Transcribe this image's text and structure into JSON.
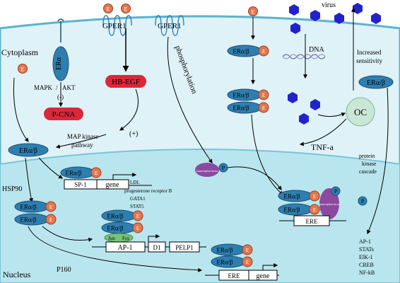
{
  "compartments": {
    "cytoplasm": "Cytoplasm",
    "nucleus": "Nucleus"
  },
  "molecules": {
    "estrogen": "E",
    "er_alpha": "ERα",
    "er_alpha_beta": "ERα/β",
    "gper1": "GPER1",
    "hb_egf": "HB-EGF",
    "p_cna": "P-CNA",
    "p_symbol": "P",
    "transcription_factor": "transcription factor",
    "sp1": "SP-1",
    "gene": "gene",
    "ap1": "AP-1",
    "jun": "Jun",
    "fos": "Fos",
    "d1": "D1",
    "pelp1": "PELP1",
    "ere": "ERE",
    "virus": "virus",
    "dna": "DNA",
    "oc": "OC",
    "tnf_a": "TNF-a"
  },
  "labels": {
    "mapk": "MAPK",
    "slash": "/",
    "akt": "AKT",
    "minus": "(-)",
    "plus": "(+)",
    "map_kinase_1": "MAP kinase",
    "map_kinase_2": "pathway",
    "phosphorylation": "phosphorylation",
    "hsp90": "HSP90",
    "p160": "P160",
    "increased_1": "Increased",
    "increased_2": "sensitivity",
    "protein": "protein",
    "kinase": "kinase",
    "cascade": "cascade"
  },
  "sp1_targets": [
    "LDL",
    "progesterone receptor B",
    "GATA1",
    "STAT5"
  ],
  "kinase_targets": [
    "AP-1",
    "STATs",
    "ElK-1",
    "CREB",
    "NF-kB"
  ],
  "colors": {
    "extracellular": "#ffffff",
    "cytoplasm": "#dff2f7",
    "nucleus": "#b9e6ee",
    "membrane": "#5bb3d0",
    "receptor": "#2e7fb0",
    "receptor_dark": "#1b4f78",
    "estrogen": "#e2774e",
    "red_box": "#d9283a",
    "virus": "#2222cc",
    "oc": "#c9e7d4",
    "tf": "#8b4a9f",
    "jun_fos": "#79c27a"
  }
}
